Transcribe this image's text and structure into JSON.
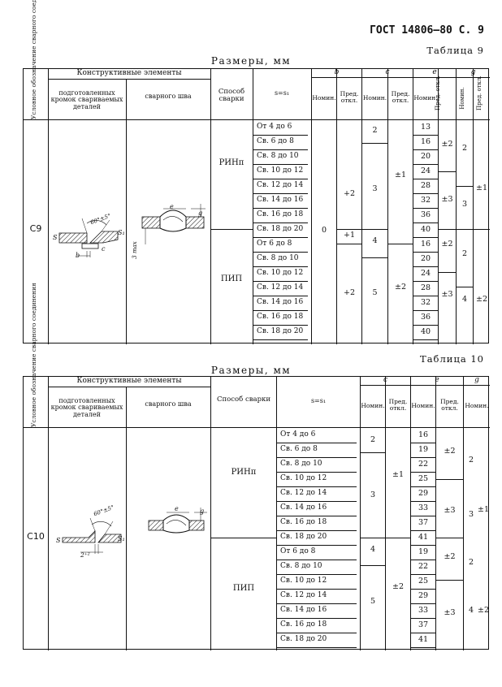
{
  "page_header": "ГОСТ 14806—80 С. 9",
  "table9": {
    "label": "Таблица 9",
    "caption": "Размеры, мм",
    "col_designation": "Условное обозначение сварного соединения",
    "col_constructive": "Конструктивные элементы",
    "col_prepared": "подготовленных кромок свариваемых деталей",
    "col_weld": "сварного шва",
    "col_method": "Способ сварки",
    "col_s": "s=s₁",
    "col_b": "b",
    "col_c": "c",
    "col_e": "e",
    "col_g": "g",
    "sub_nom": "Номин.",
    "sub_dev": "Пред. откл.",
    "designation": "С9",
    "methods": [
      "РИНп",
      "ПИП"
    ],
    "s_rows": [
      "От 4 до 6",
      "Св. 6 до 8",
      "Св. 8 до 10",
      "Св. 10 до 12",
      "Св. 12 до 14",
      "Св. 14 до 16",
      "Св. 16 до 18",
      "Св. 18 до 20",
      "От 6 до 8",
      "Св. 8 до 10",
      "Св. 10 до 12",
      "Св. 12 до 14",
      "Св. 14 до 16",
      "Св. 16 до 18",
      "Св. 18 до 20"
    ],
    "b_nom": "0",
    "b_dev": [
      "+2",
      "+1",
      "+2"
    ],
    "c_nom": [
      "2",
      "3",
      "4",
      "5"
    ],
    "c_dev": [
      "±1",
      "±2"
    ],
    "e_nom": [
      "13",
      "16",
      "20",
      "24",
      "28",
      "32",
      "36",
      "40",
      "16",
      "20",
      "24",
      "28",
      "32",
      "36",
      "40"
    ],
    "e_dev": [
      "±2",
      "±3",
      "±2",
      "±3"
    ],
    "g_nom": [
      "2",
      "3",
      "2",
      "4"
    ],
    "g_dev": [
      "±1",
      "±2"
    ],
    "fig_angle": "60°±5°",
    "fig_b": "b",
    "fig_c": "c",
    "fig_s": "S",
    "fig_s1": "S₁",
    "fig_e": "e",
    "fig_g": "g",
    "fig_3max": "3 max"
  },
  "table10": {
    "label": "Таблица 10",
    "caption": "Размеры, мм",
    "col_designation": "Условное обозначение сварного соединения",
    "col_constructive": "Конструктивные элементы",
    "col_prepared": "подготовленных кромок свариваемых деталей",
    "col_weld": "сварного шва",
    "col_method": "Способ сварки",
    "col_s": "s=s₁",
    "col_c": "c",
    "col_e": "e",
    "col_g": "g",
    "sub_nom": "Номин.",
    "sub_dev": "Пред. откл.",
    "designation": "С10",
    "methods": [
      "РИНп",
      "ПИП"
    ],
    "s_rows": [
      "От 4 до 6",
      "Св. 6 до 8",
      "Св. 8 до 10",
      "Св. 10 до 12",
      "Св. 12 до 14",
      "Св. 14 до 16",
      "Св. 16 до 18",
      "Св. 18 до 20",
      "От 6 до 8",
      "Св. 8 до 10",
      "Св. 10 до 12",
      "Св. 12 до 14",
      "Св. 14 до 16",
      "Св. 16 до 18",
      "Св. 18 до 20"
    ],
    "c_nom": [
      "2",
      "3",
      "4",
      "5"
    ],
    "c_dev": [
      "±1",
      "±2"
    ],
    "e_nom": [
      "16",
      "19",
      "22",
      "25",
      "29",
      "33",
      "37",
      "41",
      "19",
      "22",
      "25",
      "29",
      "33",
      "37",
      "41"
    ],
    "e_dev": [
      "±2",
      "±3",
      "±2",
      "±3"
    ],
    "g_nom": [
      "2",
      "3",
      "2",
      "4"
    ],
    "g_dev": [
      "±1",
      "±2"
    ],
    "fig_angle": "60°±5°",
    "fig_gap": "2⁺²",
    "fig_s": "S",
    "fig_s1": "S₁",
    "fig_e": "e",
    "fig_g": "g"
  }
}
